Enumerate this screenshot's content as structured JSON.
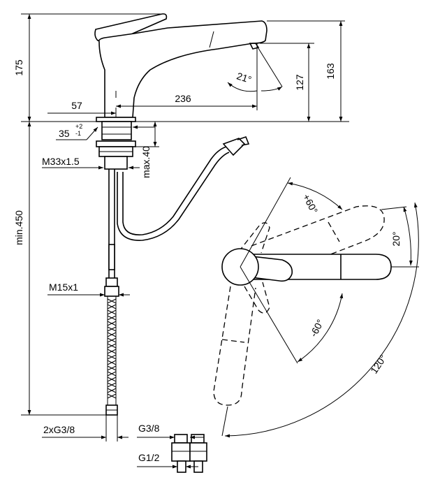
{
  "diagram": {
    "dimensions": {
      "height_175": "175",
      "length_57": "57",
      "length_236": "236",
      "angle_21": "21°",
      "height_127": "127",
      "height_163": "163",
      "hole_35": "35",
      "tol_plus": "+2",
      "tol_minus": "-1",
      "thread_m33": "M33x1.5",
      "max_40": "max.40",
      "min_450": "min.450",
      "thread_m15": "M15x1",
      "conn_2xg38": "2xG3/8",
      "conn_g38": "G3/8",
      "conn_g12": "G1/2",
      "angle_plus60": "+60°",
      "angle_20": "20°",
      "angle_minus60": "-60°",
      "angle_120": "120°"
    }
  }
}
